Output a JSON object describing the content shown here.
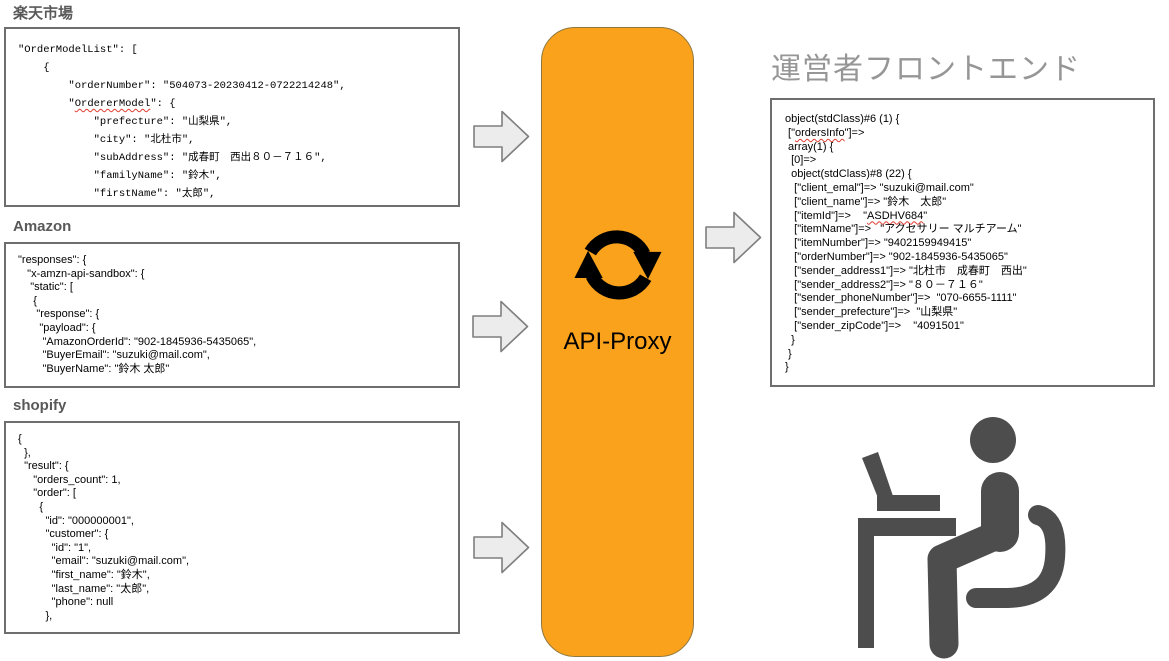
{
  "sources": [
    {
      "label": "楽天市場",
      "code": [
        "\"OrderModelList\": [",
        "    {",
        "        \"orderNumber\": \"504073-20230412-0722214248\",",
        "        \"OrdererModel\": {",
        "            \"prefecture\": \"山梨県\",",
        "            \"city\": \"北杜市\",",
        "            \"subAddress\": \"成春町　西出８０－７１６\",",
        "            \"familyName\": \"鈴木\",",
        "            \"firstName\": \"太郎\","
      ]
    },
    {
      "label": "Amazon",
      "code": [
        "\"responses\": {",
        "   \"x-amzn-api-sandbox\": {",
        "    \"static\": [",
        "     {",
        "      \"response\": {",
        "       \"payload\": {",
        "        \"AmazonOrderId\": \"902-1845936-5435065\",",
        "        \"BuyerEmail\": \"suzuki@mail.com\",",
        "        \"BuyerName\": \"鈴木 太郎\""
      ]
    },
    {
      "label": "shopify",
      "code": [
        "{",
        "  },",
        "  \"result\": {",
        "     \"orders_count\": 1,",
        "     \"order\": [",
        "       {",
        "         \"id\": \"000000001\",",
        "         \"customer\": {",
        "           \"id\": \"1\",",
        "           \"email\": \"suzuki@mail.com\",",
        "           \"first_name\": \"鈴木\",",
        "           \"last_name\": \"太郎\",",
        "           \"phone\": null",
        "         },"
      ]
    }
  ],
  "proxy": {
    "label": "API-Proxy",
    "icon": "sync-arrows-icon",
    "fill_color": "#FAA21B"
  },
  "frontend": {
    "title": "運営者フロントエンド",
    "code": [
      "object(stdClass)#6 (1) {",
      " [\"ordersInfo\"]=>",
      " array(1) {",
      "  [0]=>",
      "  object(stdClass)#8 (22) {",
      "   [\"client_emal\"]=> \"suzuki@mail.com\"",
      "   [\"client_name\"]=> \"鈴木　太郎\"",
      "   [\"itemId\"]=>    \"ASDHV684\"",
      "   [\"itemName\"]=>   \"アクセサリー マルチアーム\"",
      "   [\"itemNumber\"]=> \"9402159949415\"",
      "   [\"orderNumber\"]=> \"902-1845936-5435065\"",
      "   [\"sender_address1\"]=> \"北杜市　成春町　西出\"",
      "   [\"sender_address2\"]=> \"８０－７１６\"",
      "   [\"sender_phoneNumber\"]=>  \"070-6655-1111\"",
      "   [\"sender_prefecture\"]=>  \"山梨県\"",
      "   [\"sender_zipCode\"]=>    \"4091501\"",
      "  }",
      " }",
      "}"
    ]
  },
  "spellcheck_words": [
    "OrdererModel",
    "ordersInfo",
    "ASDHV684"
  ],
  "colors": {
    "proxy_orange": "#FAA21B",
    "arrow_fill": "#ECECEC",
    "arrow_stroke": "#7F7F7F",
    "pictogram_gray": "#4D4D4D",
    "label_gray": "#595959",
    "title_gray": "#969696",
    "spellcheck_red": "#E03C31"
  }
}
